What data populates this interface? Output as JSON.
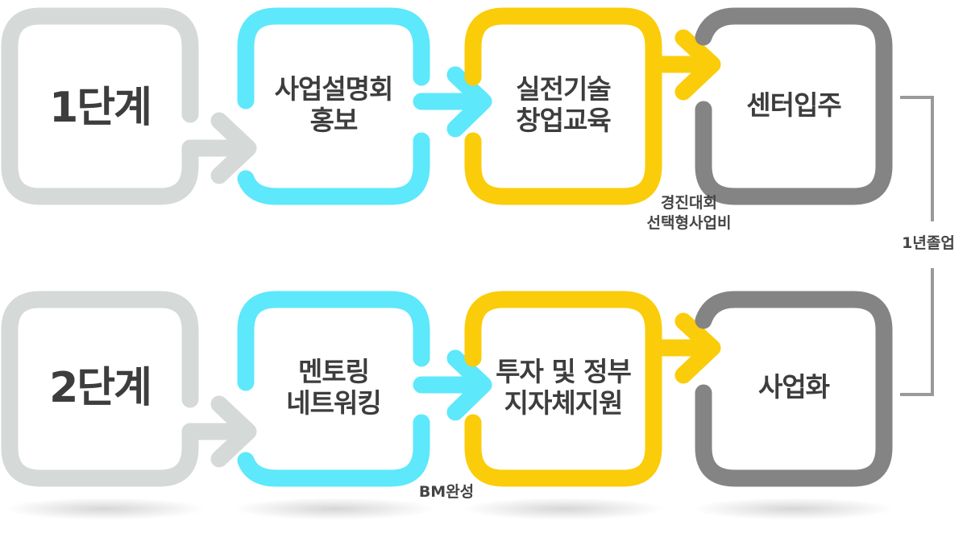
{
  "colors": {
    "gray_light": "#d5d9d8",
    "cyan": "#5de8fb",
    "yellow": "#fbcc09",
    "gray_dark": "#848484",
    "connector": "#9a9a9a",
    "text": "#3d3d3d"
  },
  "rows": [
    {
      "stage": "1단계",
      "steps": [
        "사업설명회\n홍보",
        "실전기술\n창업교육",
        "센터입주"
      ]
    },
    {
      "stage": "2단계",
      "steps": [
        "멘토링\n네트워킹",
        "투자 및 정부\n지자체지원",
        "사업화"
      ]
    }
  ],
  "annotations": {
    "contest": "경진대회\n선택형사업비",
    "bm": "BM완성",
    "graduation": "1년졸업"
  }
}
